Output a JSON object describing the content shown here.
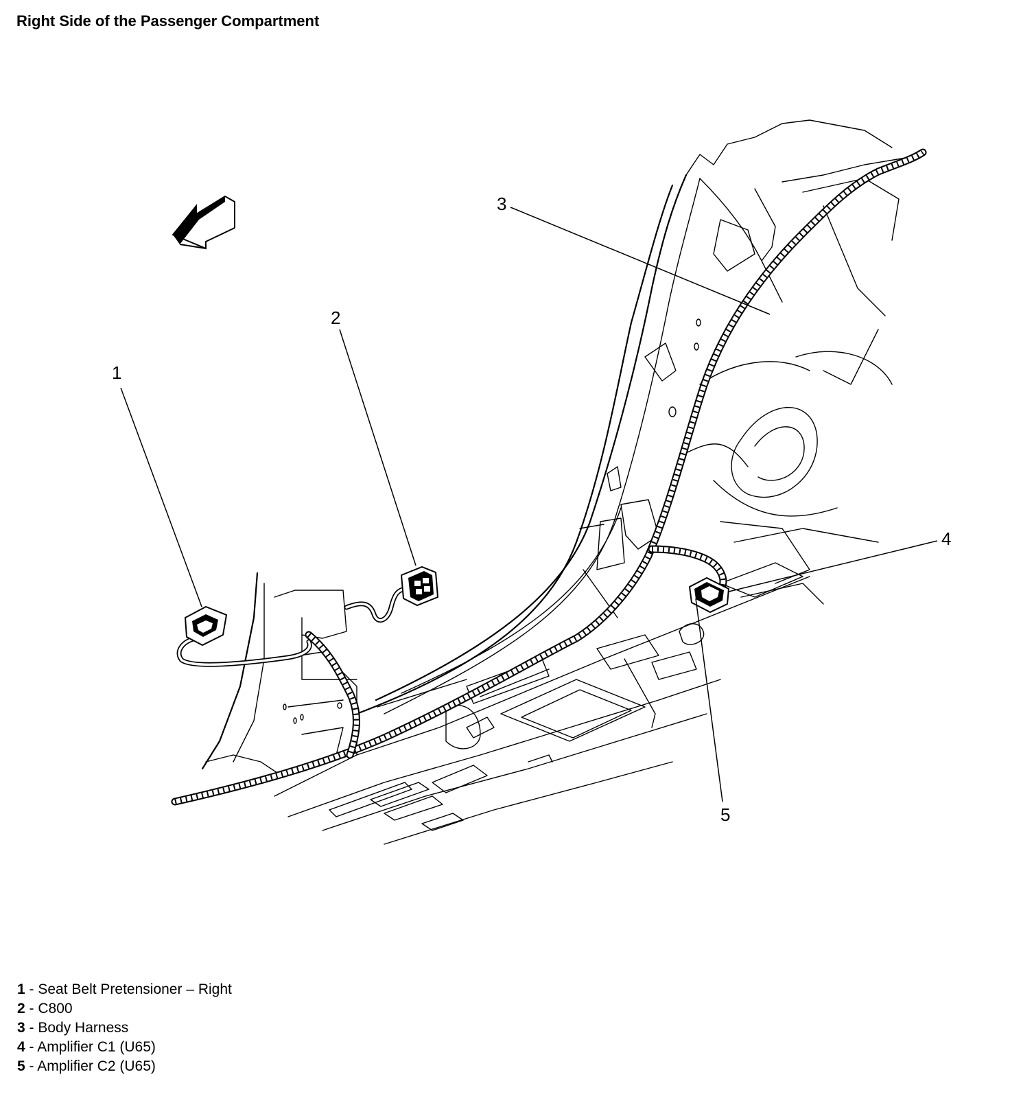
{
  "title": "Right Side of the Passenger Compartment",
  "callouts": [
    {
      "number": "1"
    },
    {
      "number": "2"
    },
    {
      "number": "3"
    },
    {
      "number": "4"
    },
    {
      "number": "5"
    }
  ],
  "legend": [
    {
      "number": "1",
      "separator": " - ",
      "label": "Seat Belt Pretensioner – Right"
    },
    {
      "number": "2",
      "separator": " - ",
      "label": "C800"
    },
    {
      "number": "3",
      "separator": " - ",
      "label": "Body Harness"
    },
    {
      "number": "4",
      "separator": " - ",
      "label": "Amplifier C1 (U65)"
    },
    {
      "number": "5",
      "separator": " - ",
      "label": "Amplifier C2 (U65)"
    }
  ],
  "icons": {
    "direction_arrow": "forward-direction-arrow-icon"
  }
}
